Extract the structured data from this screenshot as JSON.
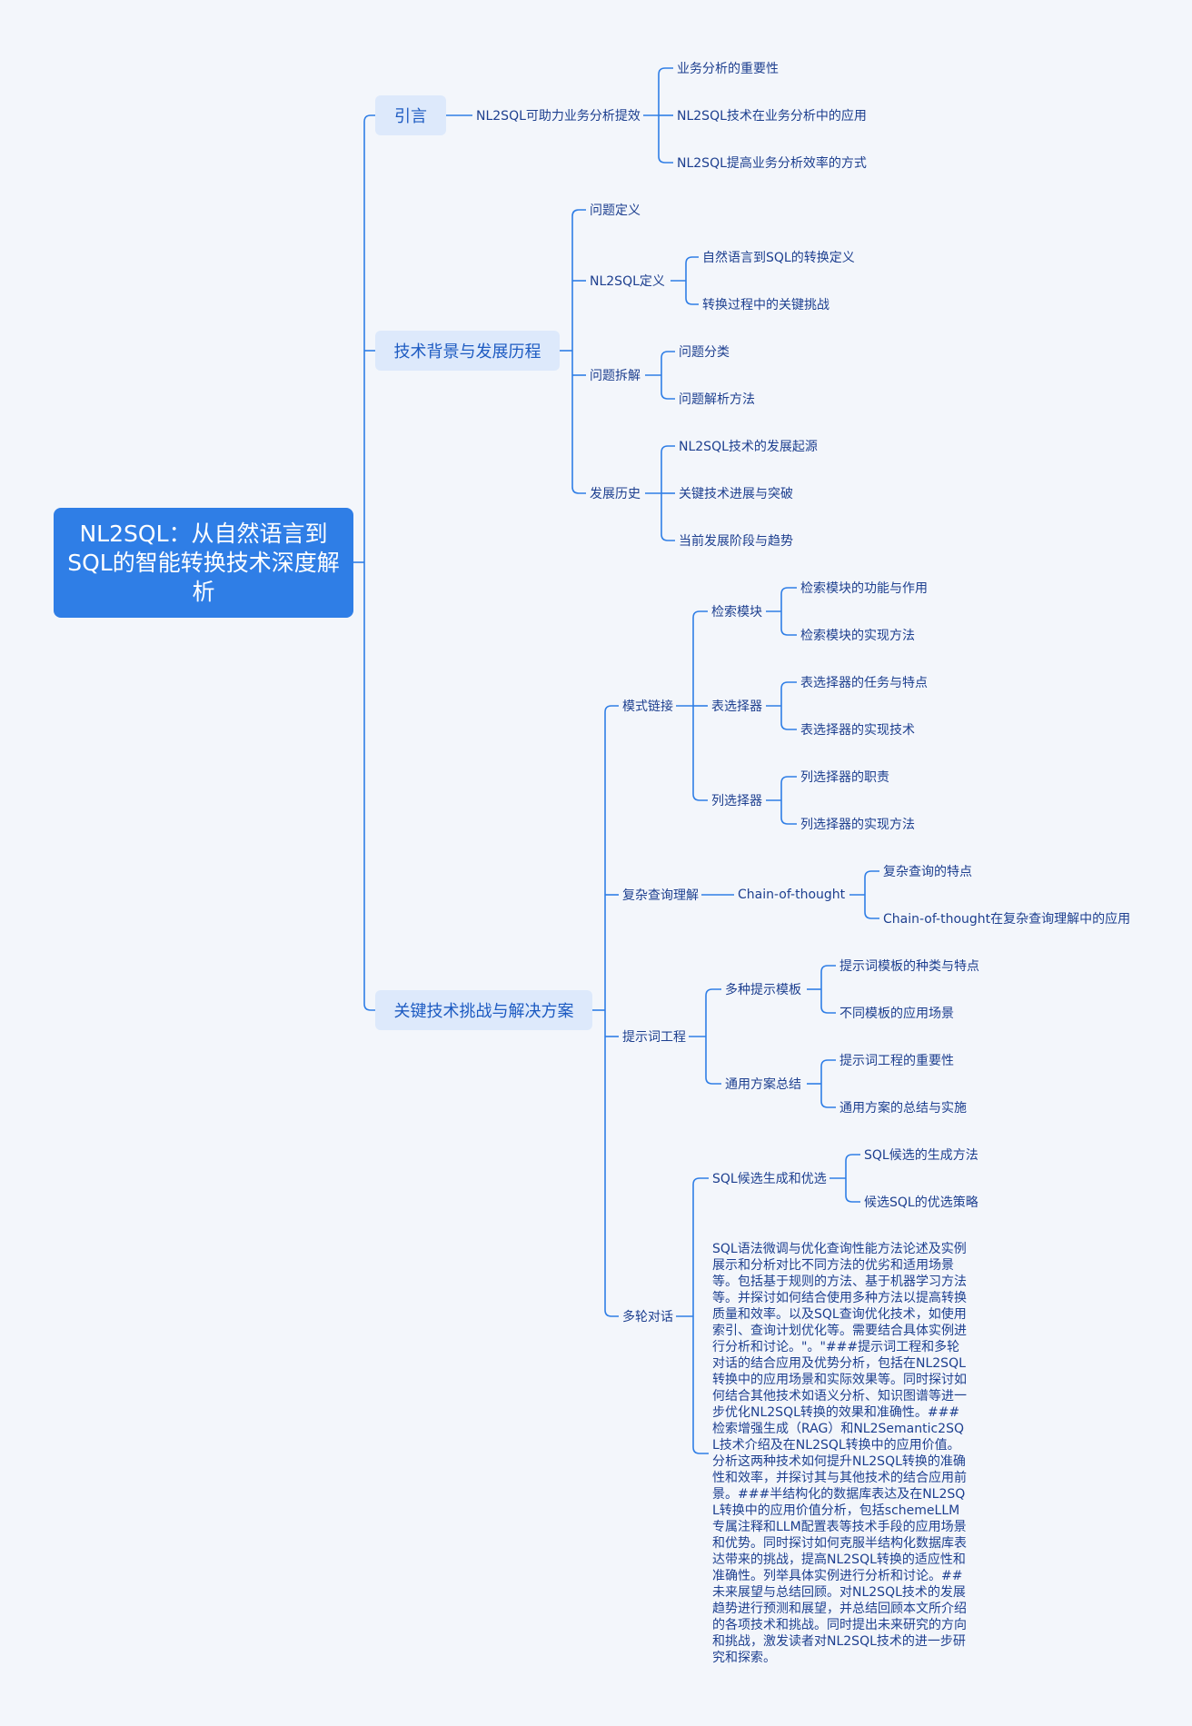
{
  "root": "NL2SQL：从自然语言到SQL的智能转换技术深度解析",
  "intro": {
    "label": "引言",
    "mid": "NL2SQL可助力业务分析提效",
    "items": [
      "业务分析的重要性",
      "NL2SQL技术在业务分析中的应用",
      "NL2SQL提高业务分析效率的方式"
    ]
  },
  "background": {
    "label": "技术背景与发展历程",
    "problem_def": "问题定义",
    "nl2sql_def": {
      "label": "NL2SQL定义",
      "items": [
        "自然语言到SQL的转换定义",
        "转换过程中的关键挑战"
      ]
    },
    "decomp": {
      "label": "问题拆解",
      "items": [
        "问题分类",
        "问题解析方法"
      ]
    },
    "history": {
      "label": "发展历史",
      "items": [
        "NL2SQL技术的发展起源",
        "关键技术进展与突破",
        "当前发展阶段与趋势"
      ]
    }
  },
  "challenges": {
    "label": "关键技术挑战与解决方案",
    "schema": {
      "label": "模式链接",
      "retrieval": {
        "label": "检索模块",
        "items": [
          "检索模块的功能与作用",
          "检索模块的实现方法"
        ]
      },
      "table": {
        "label": "表选择器",
        "items": [
          "表选择器的任务与特点",
          "表选择器的实现技术"
        ]
      },
      "column": {
        "label": "列选择器",
        "items": [
          "列选择器的职责",
          "列选择器的实现方法"
        ]
      }
    },
    "complex": {
      "label": "复杂查询理解",
      "mid": "Chain-of-thought",
      "items": [
        "复杂查询的特点",
        "Chain-of-thought在复杂查询理解中的应用"
      ]
    },
    "prompt": {
      "label": "提示词工程",
      "templates": {
        "label": "多种提示模板",
        "items": [
          "提示词模板的种类与特点",
          "不同模板的应用场景"
        ]
      },
      "general": {
        "label": "通用方案总结",
        "items": [
          "提示词工程的重要性",
          "通用方案的总结与实施"
        ]
      }
    },
    "multiturn": {
      "label": "多轮对话",
      "sqlgen": {
        "label": "SQL候选生成和优选",
        "items": [
          "SQL候选的生成方法",
          "候选SQL的优选策略"
        ]
      },
      "paragraph": "SQL语法微调与优化查询性能方法论述及实例展示和分析对比不同方法的优劣和适用场景等。包括基于规则的方法、基于机器学习方法等。并探讨如何结合使用多种方法以提高转换质量和效率。以及SQL查询优化技术，如使用索引、查询计划优化等。需要结合具体实例进行分析和讨论。\"。\"###提示词工程和多轮对话的结合应用及优势分析，包括在NL2SQL转换中的应用场景和实际效果等。同时探讨如何结合其他技术如语义分析、知识图谱等进一步优化NL2SQL转换的效果和准确性。###检索增强生成（RAG）和NL2Semantic2SQL技术介绍及在NL2SQL转换中的应用价值。分析这两种技术如何提升NL2SQL转换的准确性和效率，并探讨其与其他技术的结合应用前景。###半结构化的数据库表达及在NL2SQL转换中的应用价值分析，包括schemeLLM专属注释和LLM配置表等技术手段的应用场景和优势。同时探讨如何克服半结构化数据库表达带来的挑战，提高NL2SQL转换的适应性和准确性。列举具体实例进行分析和讨论。##未来展望与总结回顾。对NL2SQL技术的发展趋势进行预测和展望，并总结回顾本文所介绍的各项技术和挑战。同时提出未来研究的方向和挑战，激发读者对NL2SQL技术的进一步研究和探索。"
    }
  },
  "colors": {
    "line": "#2f7ee6",
    "root_bg": "#2f7ee6",
    "branch_bg": "#dde9fb",
    "text": "#1d3f8f"
  }
}
